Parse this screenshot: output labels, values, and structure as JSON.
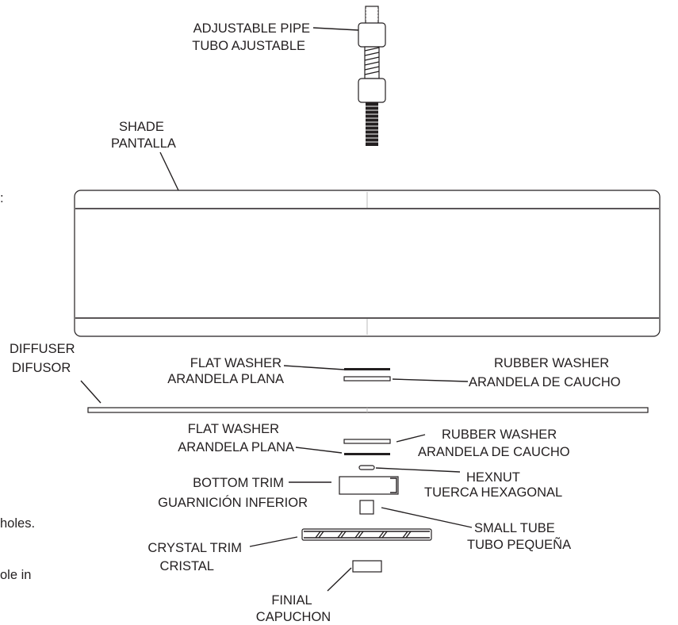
{
  "labels": {
    "adjustable_pipe": [
      "ADJUSTABLE PIPE",
      "TUBO AJUSTABLE"
    ],
    "shade": [
      "SHADE",
      "PANTALLA"
    ],
    "diffuser": [
      "DIFFUSER",
      "DIFUSOR"
    ],
    "flat_washer_top": [
      "FLAT WASHER",
      "ARANDELA PLANA"
    ],
    "rubber_washer_top": [
      "RUBBER WASHER",
      "ARANDELA DE CAUCHO"
    ],
    "flat_washer_bottom": [
      "FLAT WASHER",
      "ARANDELA PLANA"
    ],
    "rubber_washer_bottom": [
      "RUBBER WASHER",
      "ARANDELA DE CAUCHO"
    ],
    "hexnut": [
      "HEXNUT",
      "TUERCA HEXAGONAL"
    ],
    "bottom_trim": [
      "BOTTOM TRIM",
      "GUARNICIÓN INFERIOR"
    ],
    "small_tube": [
      "SMALL TUBE",
      "TUBO PEQUEÑA"
    ],
    "crystal_trim": [
      "CRYSTAL TRIM",
      "CRISTAL"
    ],
    "finial": [
      "FINIAL",
      "CAPUCHON"
    ]
  },
  "margin_fragments": [
    ":",
    "holes.",
    "ole in"
  ],
  "colors": {
    "ink": "#231f20",
    "background": "#ffffff"
  }
}
